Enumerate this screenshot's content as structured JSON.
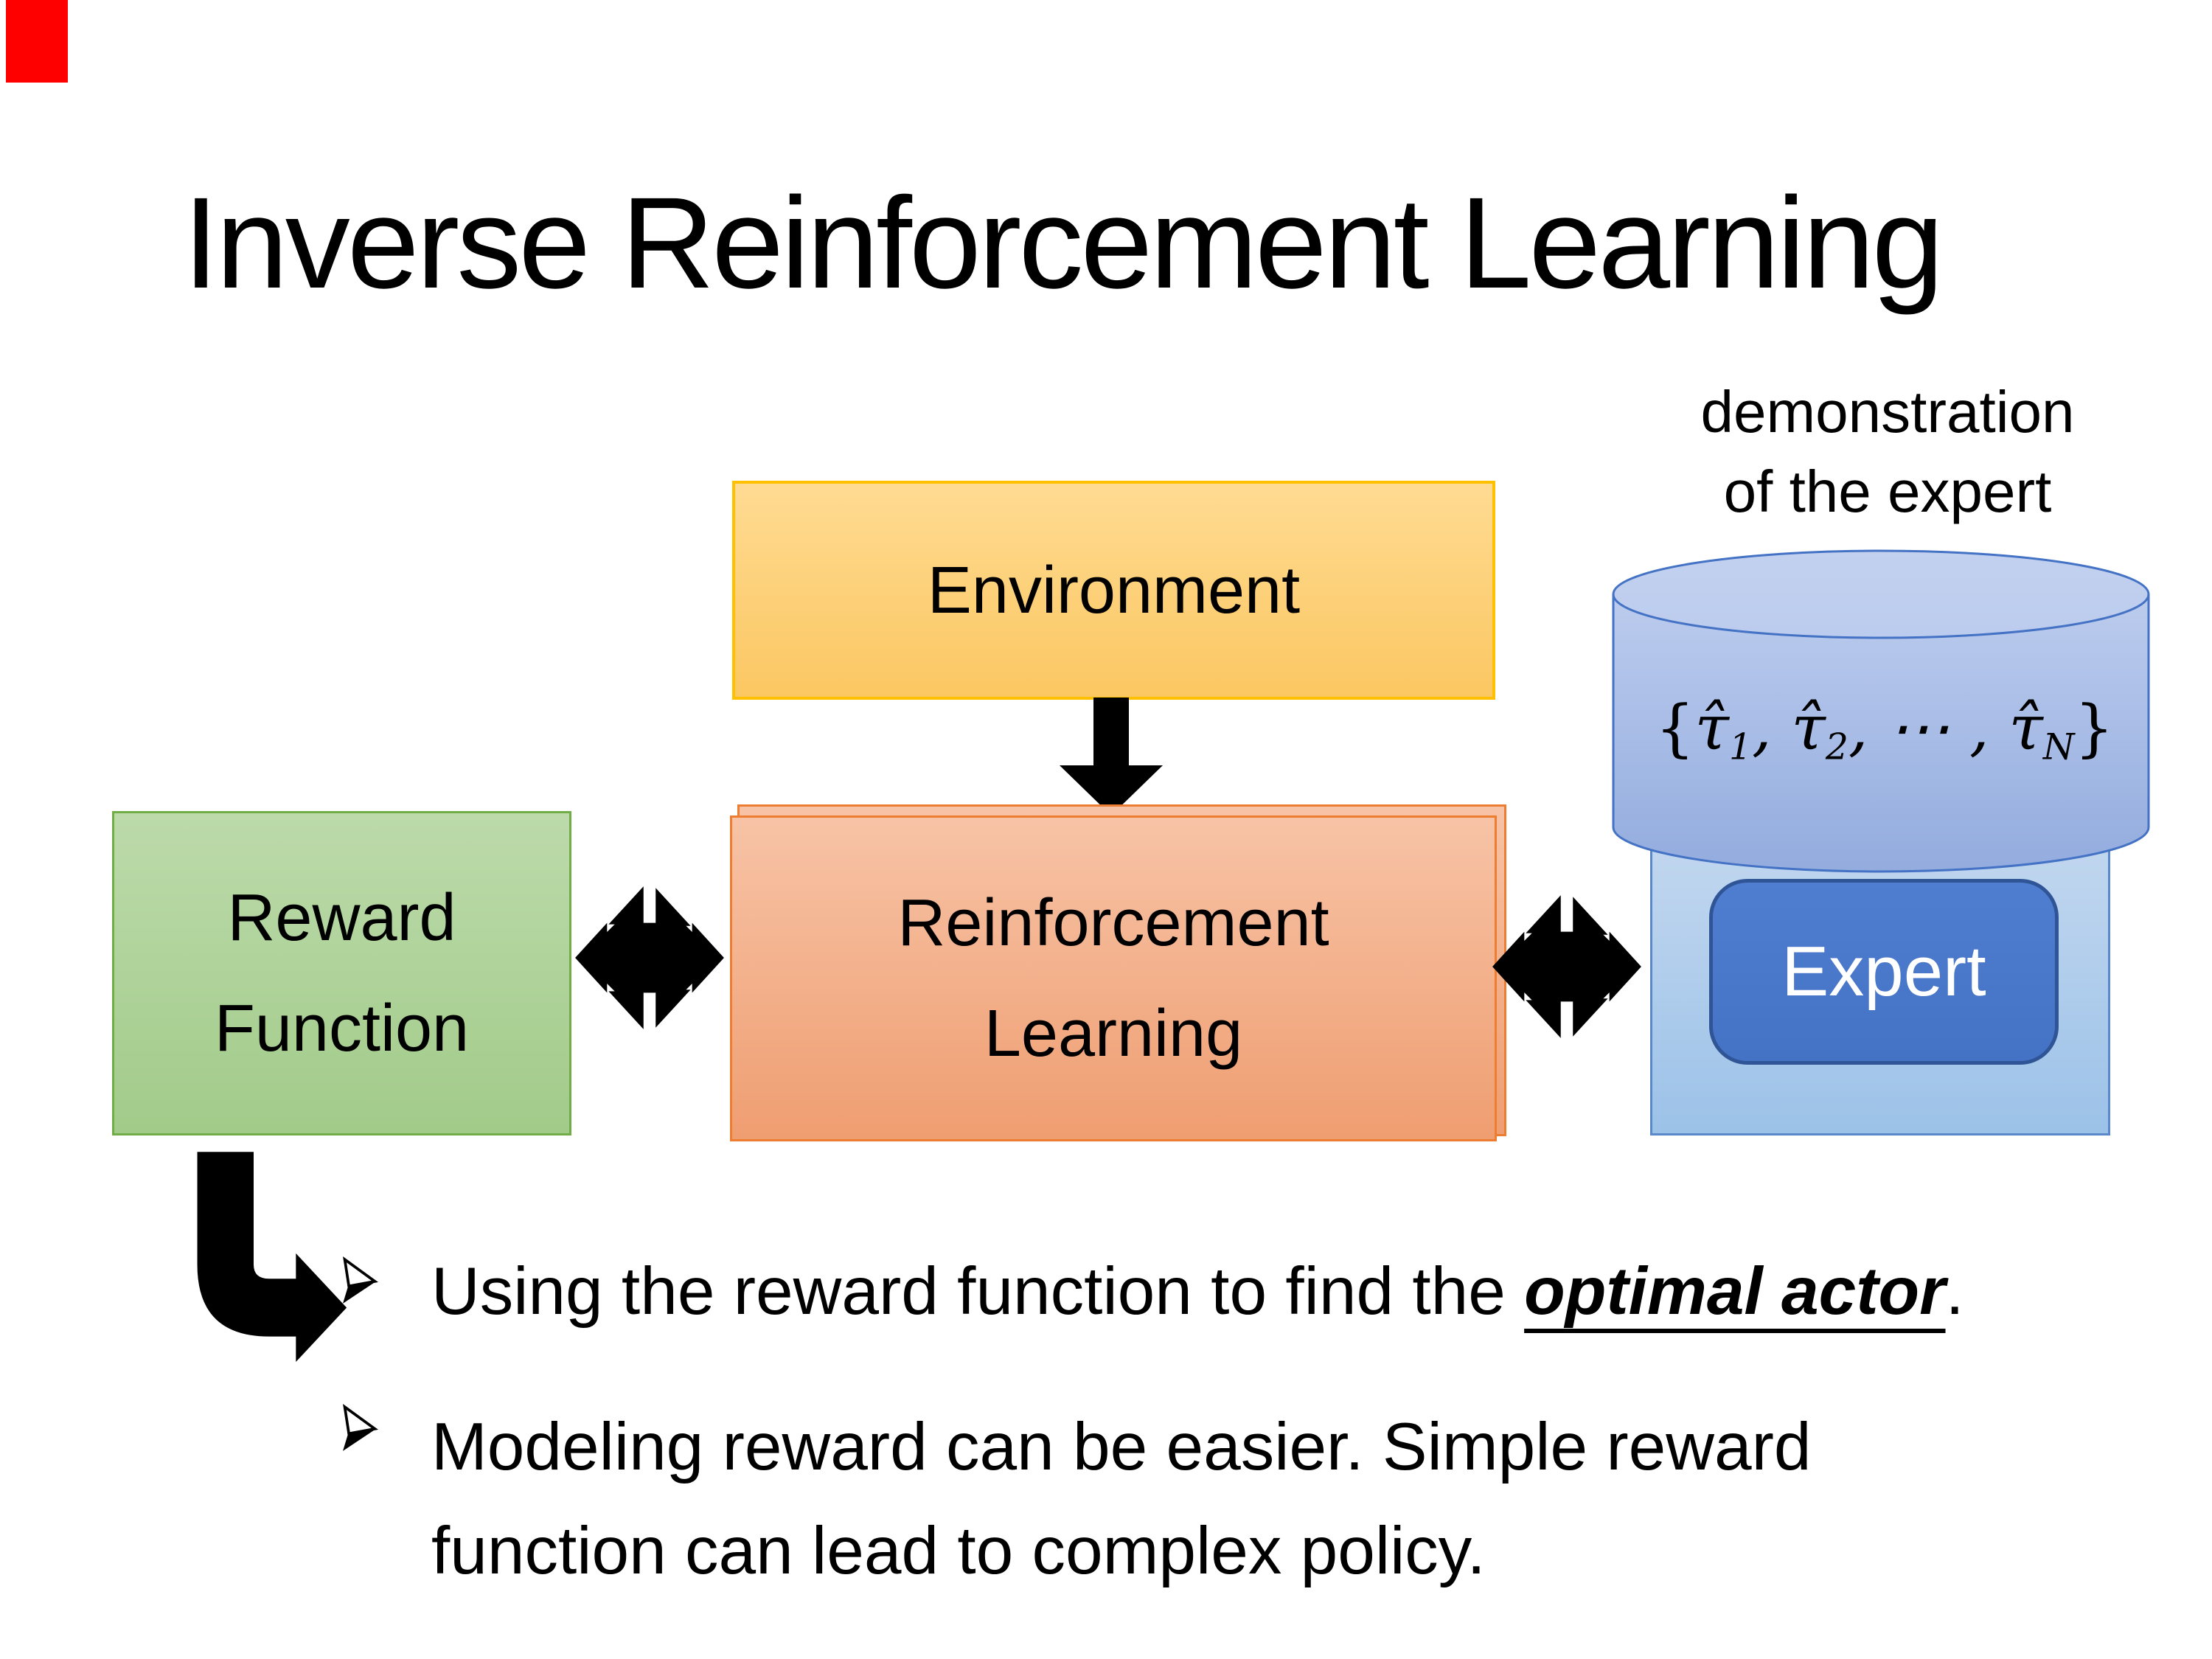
{
  "colors": {
    "background": "#FFFFFF",
    "text": "#000000",
    "corner_tag": "#FF0000",
    "arrow": "#000000",
    "env_fill_top": "#FFDB92",
    "env_fill_bottom": "#FBC762",
    "env_border": "#FFC000",
    "rl_fill_top": "#F7C3A6",
    "rl_fill_bottom": "#EF9E71",
    "rl_border": "#ED7D31",
    "reward_fill_top": "#BCDAAA",
    "reward_fill_bottom": "#A2CB8A",
    "reward_border": "#70AD47",
    "expert_outer_fill_top": "#C6D9F0",
    "expert_outer_fill_bottom": "#9CC2E8",
    "expert_outer_border": "#5B88C9",
    "expert_fill": "#4472C4",
    "expert_border": "#2F5597",
    "expert_text": "#FFFFFF",
    "cylinder_fill": "#93ACDE",
    "cylinder_fill_light": "#BCCCEE",
    "cylinder_top_fill": "#C3D1EF",
    "cylinder_border": "#4472C4"
  },
  "title": "Inverse Reinforcement Learning",
  "demo_label": {
    "line1": "demonstration",
    "line2": "of the expert"
  },
  "boxes": {
    "environment": {
      "label": "Environment"
    },
    "reward": {
      "line1": "Reward",
      "line2": "Function"
    },
    "rl": {
      "line1": "Reinforcement",
      "line2": "Learning"
    },
    "expert": {
      "label": "Expert"
    }
  },
  "cylinder": {
    "math": {
      "open": "{",
      "tau1": "τ̂",
      "sub1": "1",
      "comma1": ", ",
      "tau2": "τ̂",
      "sub2": "2",
      "dots": ", ⋯ , ",
      "tauN": "τ̂",
      "subN": "N",
      "close": "}"
    }
  },
  "bullets": [
    {
      "prefix": "Using the reward function to find the ",
      "emphasis": "optimal actor",
      "suffix": "."
    },
    {
      "line1": "Modeling reward can be easier. Simple reward",
      "line2": "function can lead to complex policy."
    }
  ]
}
